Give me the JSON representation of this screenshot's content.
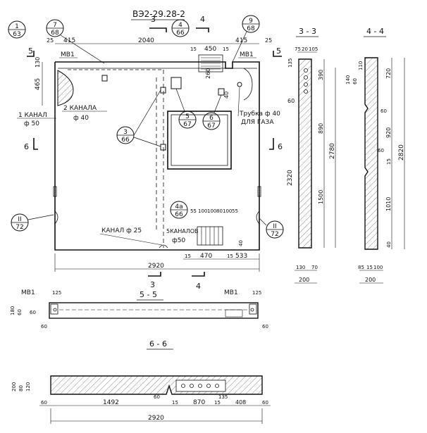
{
  "title": "ВЭ2-29.28-2",
  "callouts": {
    "c1": {
      "top": "1",
      "bottom": "63"
    },
    "c7": {
      "top": "7",
      "bottom": "68"
    },
    "c4": {
      "top": "4",
      "bottom": "66"
    },
    "c9": {
      "top": "9",
      "bottom": "68"
    },
    "c3": {
      "top": "3",
      "bottom": "66"
    },
    "c5": {
      "top": "5",
      "bottom": "67"
    },
    "c6": {
      "top": "6",
      "bottom": "67"
    },
    "c4a": {
      "top": "4а",
      "bottom": "66"
    },
    "cII_left": {
      "top": "II",
      "bottom": "72"
    },
    "cII_right": {
      "top": "II",
      "bottom": "72"
    }
  },
  "section_marks": {
    "s3": "3",
    "s4": "4",
    "s5": "5",
    "s6": "6"
  },
  "labels": {
    "mb1": "МВ1",
    "kanal1": "1 КАНАЛ",
    "phi50": "ф 50",
    "kanal2": "2 КАНАЛА",
    "phi40": "ф 40",
    "trubka": "Трубка ф 40",
    "dlya_gaza": "ДЛЯ ГАЗА",
    "kanal25": "КАНАЛ ф 25",
    "kanalov5": "5КАНАЛОВ",
    "phi50b": "ф50"
  },
  "section_titles": {
    "s33": "3 - 3",
    "s44": "4 - 4",
    "s55": "5 - 5",
    "s66": "6 - 6"
  },
  "dims": {
    "d25a": "25",
    "d415a": "415",
    "d2040": "2040",
    "d15a": "15",
    "d450": "450",
    "d15b": "15",
    "d415b": "415",
    "d25b": "25",
    "d130": "130",
    "d465": "465",
    "d260": "260",
    "d40": "40",
    "d55": "55",
    "d100a": "100",
    "d100b": "100",
    "d80": "80",
    "d100c": "100",
    "d55b": "55",
    "d40b": "40",
    "d15c": "15",
    "d470": "470",
    "d15d": "15",
    "d533": "533",
    "d2920": "2920",
    "s3_75": "75",
    "s3_20": "20",
    "s3_105": "105",
    "s3_135": "135",
    "s3_390": "390",
    "s3_60": "60",
    "s3_890": "890",
    "s3_2780": "2780",
    "s3_2320": "2320",
    "s3_1500": "1500",
    "s3_130": "130",
    "s3_70": "70",
    "s3_200": "200",
    "s4_140": "140",
    "s4_60": "60",
    "s4_110": "110",
    "s4_720": "720",
    "s4_60b": "60",
    "s4_920": "920",
    "s4_60c": "60",
    "s4_15": "15",
    "s4_2820": "2820",
    "s4_1010": "1010",
    "s4_40": "40",
    "s4_85": "85",
    "s4_15b": "15",
    "s4_100": "100",
    "s4_200": "200",
    "s5_125a": "125",
    "s5_125b": "125",
    "s5_60a": "60",
    "s5_60b": "60",
    "s5_60c": "60",
    "s5_60d": "60",
    "s5_180": "180",
    "s6_200": "200",
    "s6_80": "80",
    "s6_120": "120",
    "s6_60a": "60",
    "s6_1492": "1492",
    "s6_60b": "60",
    "s6_15a": "15",
    "s6_870": "870",
    "s6_15b": "15",
    "s6_135": "135",
    "s6_408": "408",
    "s6_60c": "60",
    "s6_2920": "2920"
  }
}
